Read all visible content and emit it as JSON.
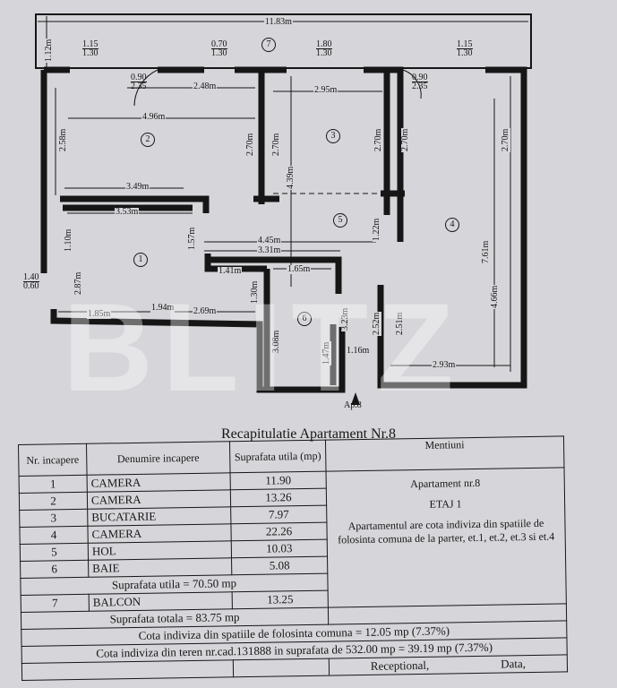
{
  "plan": {
    "overall_width": "11.83m",
    "balcony_depth": "1.12m",
    "windows": [
      "1.15",
      "1.30",
      "0.70",
      "1.30",
      "1.80",
      "1.30",
      "1.15",
      "1.30"
    ],
    "doors": [
      "0.90",
      "2.35",
      "0.90",
      "2.35"
    ],
    "left_window": [
      "1.40",
      "0.60"
    ],
    "dims": [
      "2.48m",
      "2.95m",
      "4.96m",
      "2.58m",
      "2.70m",
      "2.70m",
      "4.39m",
      "2.70m",
      "2.70m",
      "2.70m",
      "3.49m",
      "3.53m",
      "1.10m",
      "1.57m",
      "2.87m",
      "4.45m",
      "3.31m",
      "1.22m",
      "1.41m",
      "1.65m",
      "1.30m",
      "1.85m",
      "1.94m",
      "2.69m",
      "3.08m",
      "3.23m",
      "1.47m",
      "1.16m",
      "2.52m",
      "2.51m",
      "4.66m",
      "7.61m",
      "2.93m"
    ],
    "rooms": [
      "1",
      "2",
      "3",
      "4",
      "5",
      "6",
      "7"
    ],
    "entrance": "Ap.8",
    "watermark": "BLITZ"
  },
  "table": {
    "title": "Recapitulatie Apartament Nr.8",
    "headers": [
      "Nr. incapere",
      "Denumire incapere",
      "Suprafata utila (mp)",
      "Mentiuni"
    ],
    "rows": [
      {
        "nr": "1",
        "name": "CAMERA",
        "area": "11.90"
      },
      {
        "nr": "2",
        "name": "CAMERA",
        "area": "13.26"
      },
      {
        "nr": "3",
        "name": "BUCATARIE",
        "area": "7.97"
      },
      {
        "nr": "4",
        "name": "CAMERA",
        "area": "22.26"
      },
      {
        "nr": "5",
        "name": "HOL",
        "area": "10.03"
      },
      {
        "nr": "6",
        "name": "BAIE",
        "area": "5.08"
      }
    ],
    "suprafata_utila": "Suprafata utila = 70.50 mp",
    "balcon": {
      "nr": "7",
      "name": "BALCON",
      "area": "13.25"
    },
    "suprafata_totala": "Suprafata totala = 83.75 mp",
    "mentiuni": [
      "Apartament nr.8",
      "ETAJ 1",
      "Apartamentul are cota indiviza din spatiile de folosinta comuna de la parter, et.1, et.2, et.3 si et.4"
    ],
    "cota_comuna": "Cota indiviza din spatiile de folosinta comuna = 12.05 mp (7.37%)",
    "cota_teren": "Cota indiviza din teren nr.cad.131888 in suprafata de 532.00 mp = 39.19 mp (7.37%)",
    "footer": [
      "Receptional,",
      "Data,"
    ]
  }
}
